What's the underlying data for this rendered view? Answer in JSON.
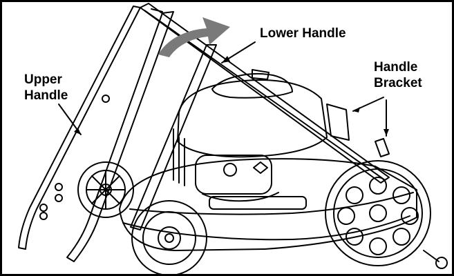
{
  "labels": {
    "lower_handle": "Lower Handle",
    "upper_handle_line1": "Upper",
    "upper_handle_line2": "Handle",
    "handle_bracket_line1": "Handle",
    "handle_bracket_line2": "Bracket"
  },
  "colors": {
    "line": "#000000",
    "arrow": "#7a7a7a",
    "background": "#ffffff"
  },
  "icons": [
    "rotation-arrow-icon"
  ]
}
